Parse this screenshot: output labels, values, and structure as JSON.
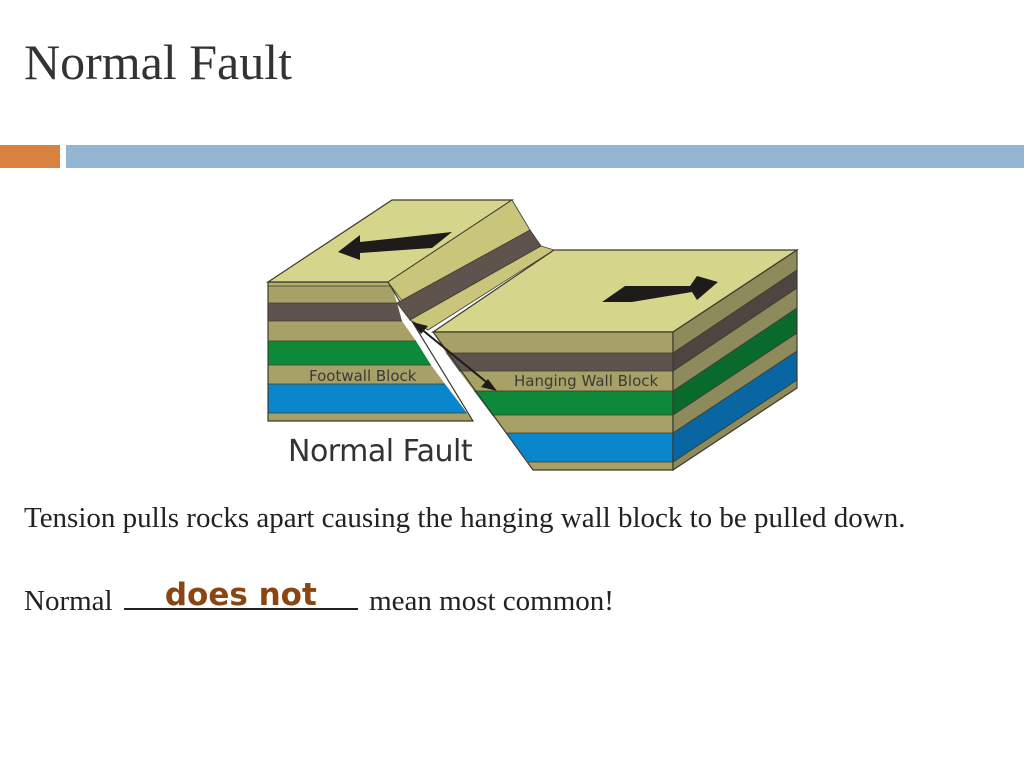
{
  "slide": {
    "title": "Normal Fault"
  },
  "diagram": {
    "footwall_label": "Footwall Block",
    "hanging_wall_label": "Hanging Wall Block",
    "caption": "Normal Fault"
  },
  "body": {
    "paragraph1": "Tension pulls rocks apart causing the hanging wall block to be pulled down.",
    "paragraph2_prefix": "Normal",
    "blank_answer": "does not",
    "paragraph2_suffix": "mean most common!"
  },
  "colors": {
    "accent_orange": "#d9823f",
    "accent_blue": "#94b6d2",
    "answer_text": "#8a4513"
  }
}
